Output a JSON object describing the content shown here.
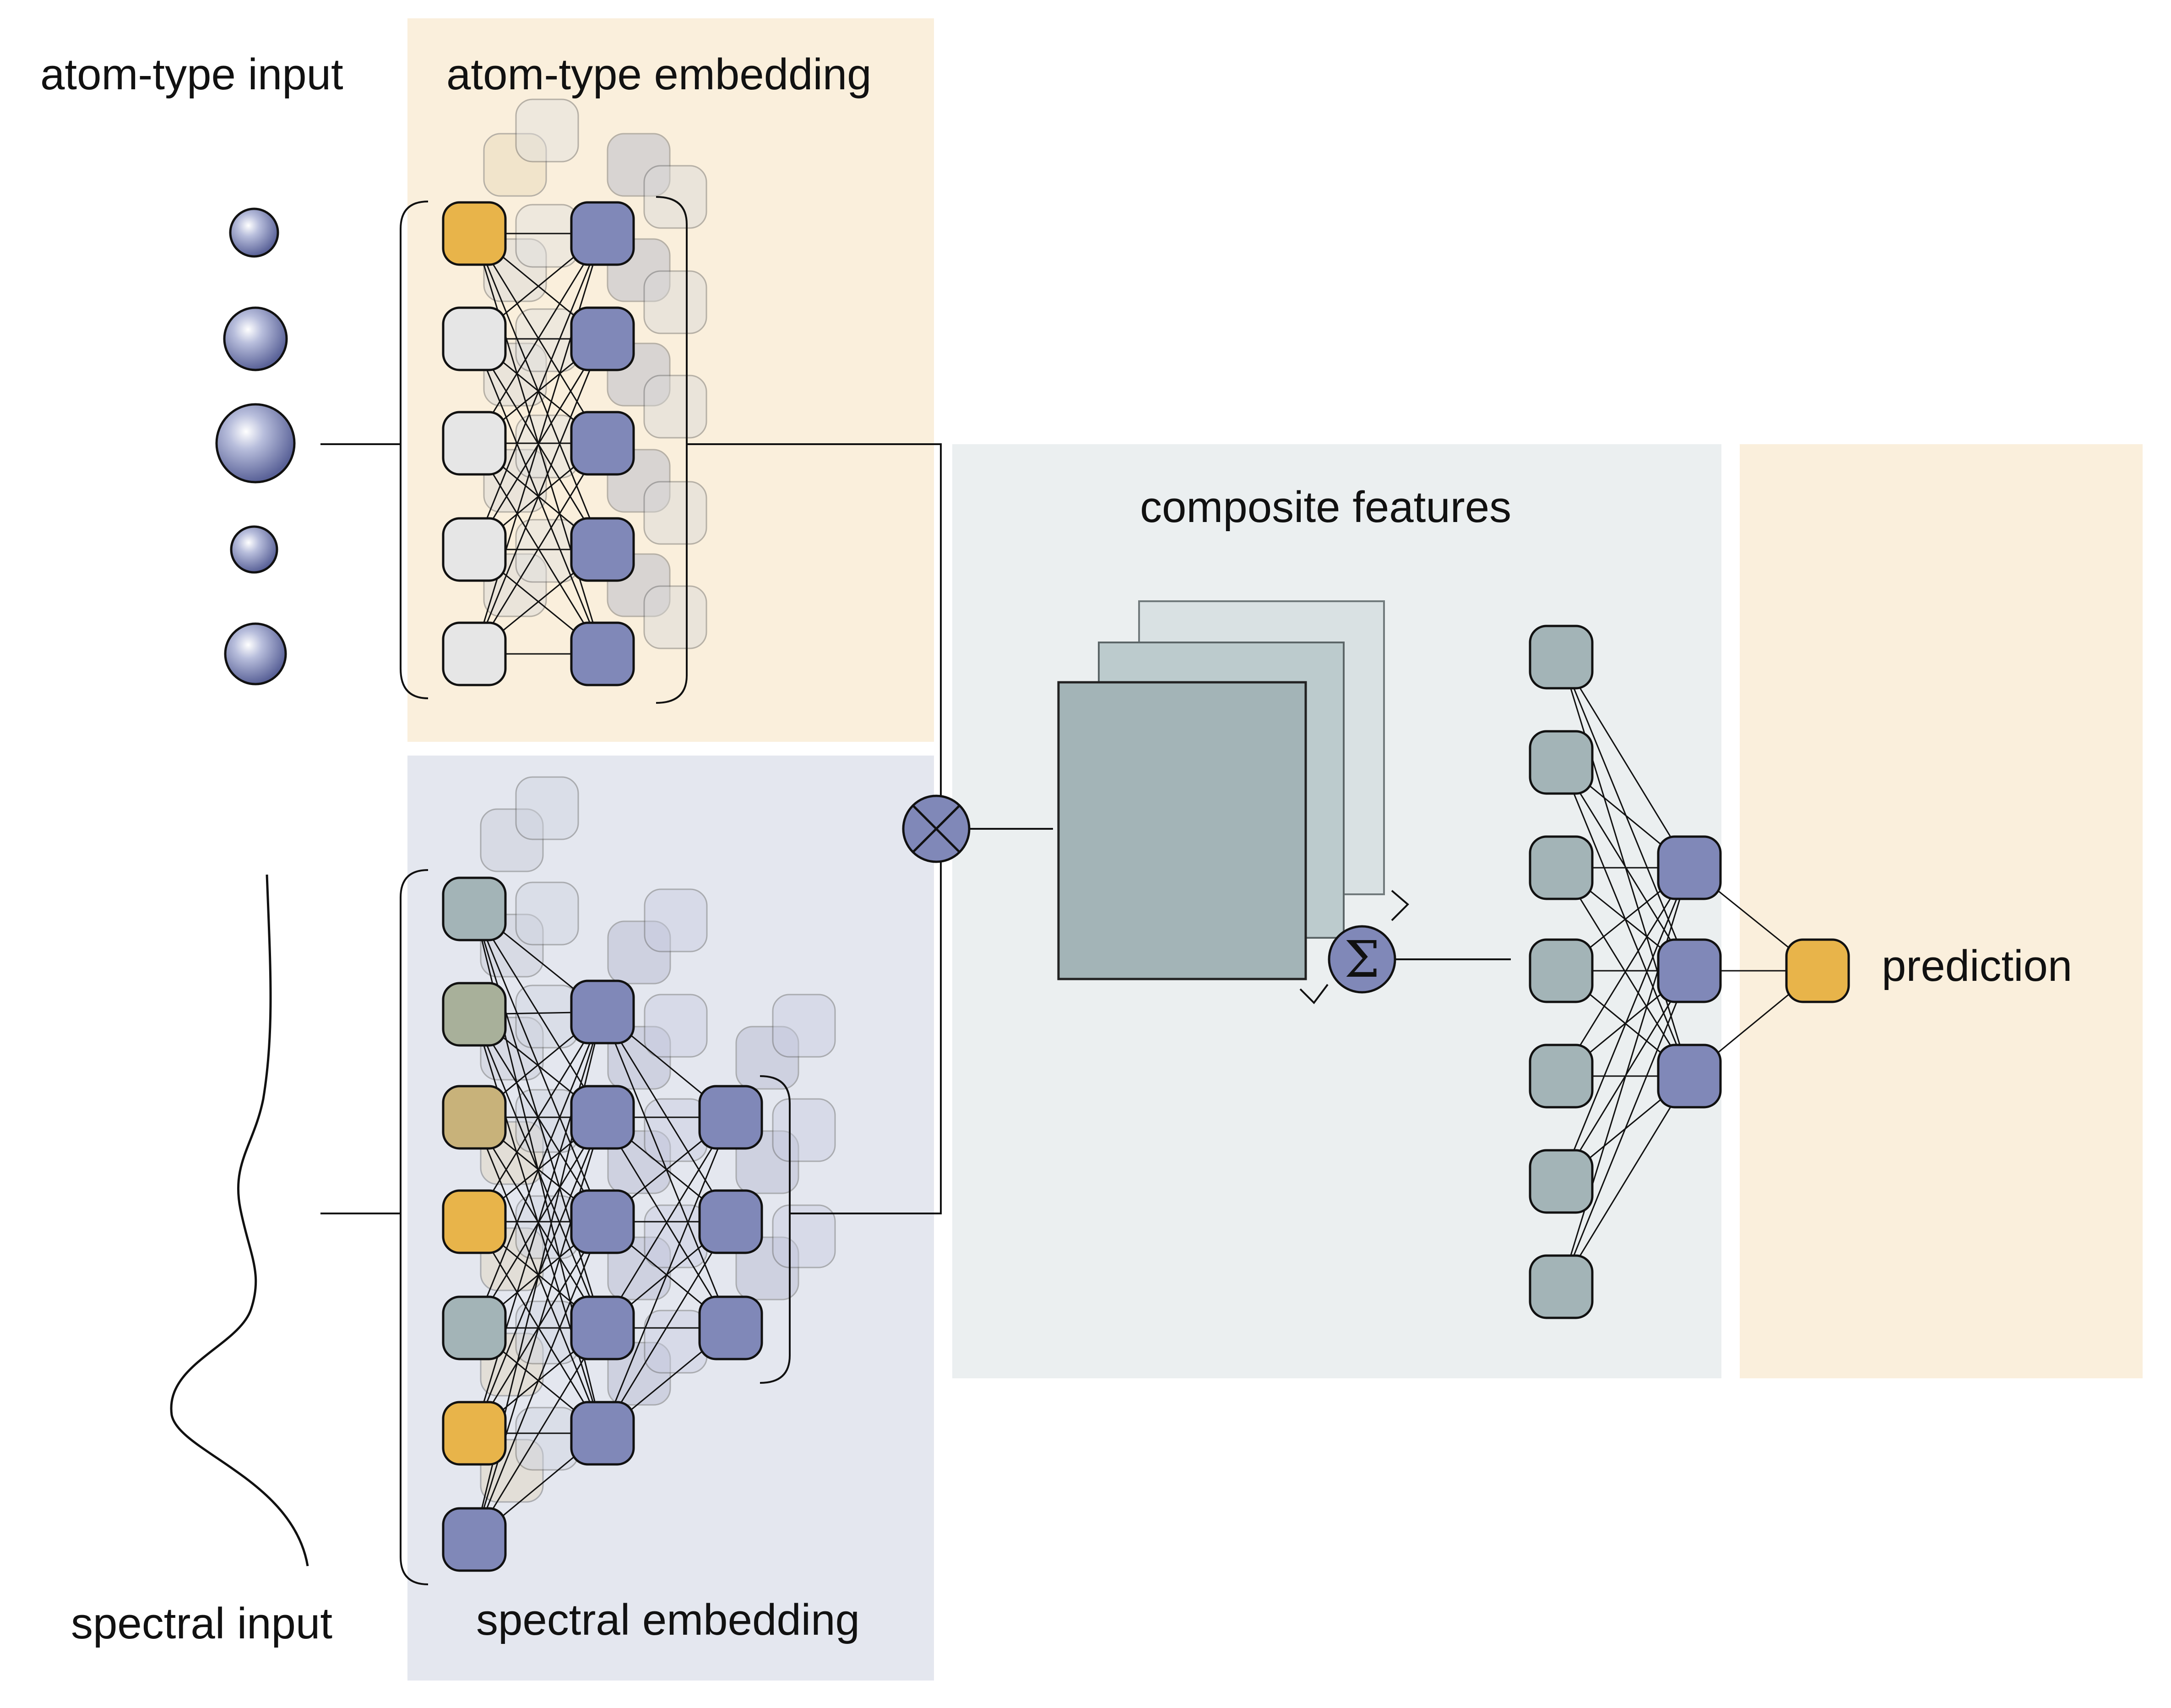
{
  "labels": {
    "atom_type_input": "atom-type input",
    "atom_type_embedding": "atom-type embedding",
    "spectral_input": "spectral input",
    "spectral_embedding": "spectral embedding",
    "composite_features": "composite features",
    "prediction": "prediction"
  },
  "symbols": {
    "sum": "Σ"
  },
  "colors": {
    "atom_panel_bg": "#faefdc",
    "spectral_panel_bg": "#e4e7ef",
    "composite_panel_bg": "#ebeff0",
    "prediction_panel_bg": "#faefdc",
    "node_blue": "#8088b8",
    "node_gold": "#e8b44a",
    "node_light": "#e6e6e6",
    "node_gray": "#a3b4b7",
    "node_green": "#a8b09a",
    "node_tan": "#c8b27a",
    "feature_map": "#a3b4b7"
  }
}
